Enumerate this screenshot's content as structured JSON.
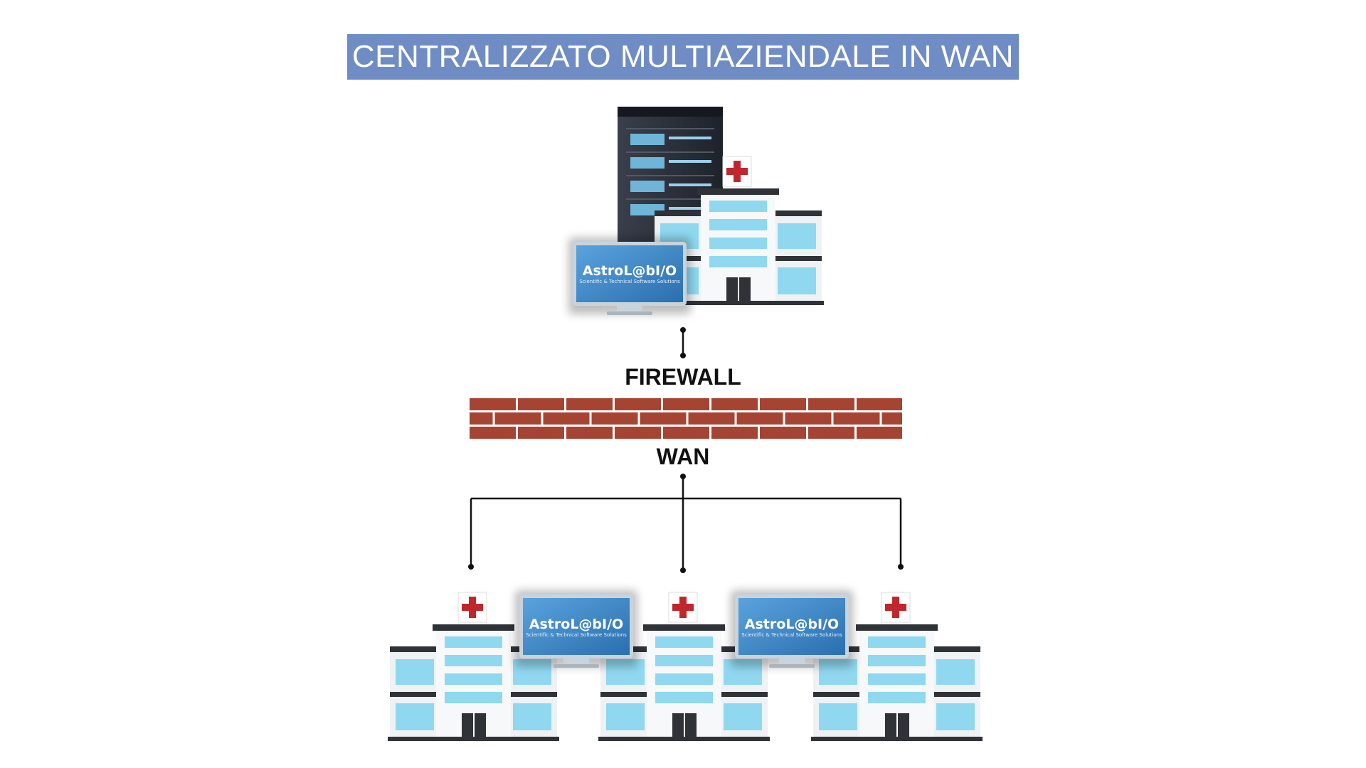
{
  "diagram": {
    "title": "CENTRALIZZATO MULTIAZIENDALE IN WAN",
    "firewall_label": "FIREWALL",
    "wan_label": "WAN",
    "logo": {
      "name": "AstroL@bI/O",
      "tagline": "Scientific & Technical Software Solutions"
    },
    "nodes": {
      "central": "hospital-with-server-and-monitor",
      "branches": [
        "hospital",
        "hospital",
        "hospital"
      ],
      "branch_monitors": 2
    },
    "colors": {
      "title_bg": "#6f8dc4",
      "firewall_brick": "#a64433",
      "cross": "#c0272d",
      "glass": "#8fd8f0",
      "monitor": "#3b86c9"
    }
  }
}
